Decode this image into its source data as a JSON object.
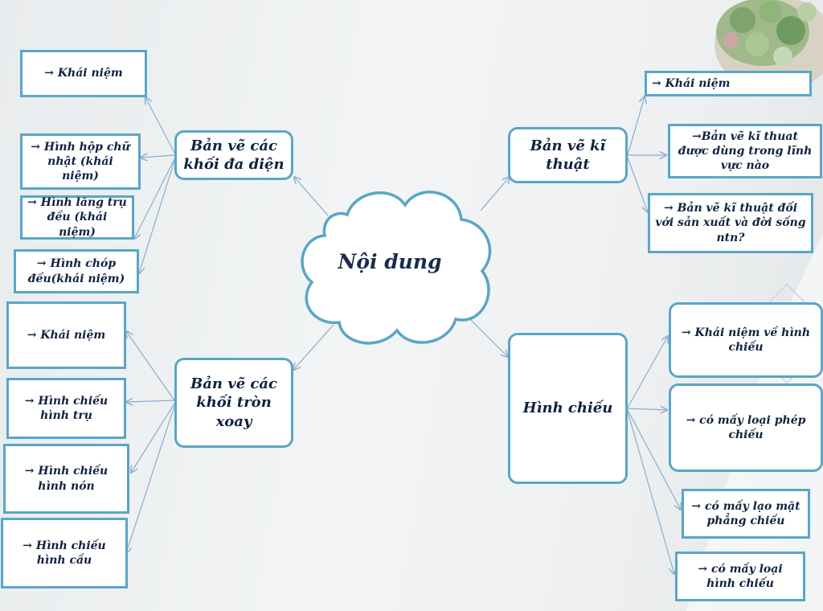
{
  "center": "Nội dung",
  "branches": {
    "polyhedra": {
      "label": "Bản vẽ các khối đa diện",
      "items": [
        "→ Khái niệm",
        "→ Hình hộp chữ nhật (khái niệm)",
        "→ Hình lăng trụ đều (khái niệm)",
        "→ Hình chóp đều(khái niệm)"
      ]
    },
    "revolution": {
      "label": "Bản vẽ các khối tròn xoay",
      "items": [
        "→ Khái niệm",
        "→ Hình chiếu hình trụ",
        "→ Hình chiếu hình nón",
        "→ Hình chiếu hình cầu"
      ]
    },
    "technical": {
      "label": "Bản vẽ kĩ thuật",
      "items": [
        "→ Khái niệm",
        "→Bản vẽ kĩ thuat được dùng trong lĩnh vực nào",
        "→ Bản vẽ kĩ thuật đối với sản xuất và đời sống ntn?"
      ]
    },
    "projection": {
      "label": "Hình chiếu",
      "items": [
        "→ Khái niệm về hình chiếu",
        "→ có mấy loại phép chiếu",
        "→ có mấy lạo mặt phẳng chiếu",
        "→ có mấy loại hình chiếu"
      ]
    }
  },
  "colors": {
    "border": "#5aa6c6",
    "connector": "#8aaed0",
    "text": "#10223f"
  }
}
